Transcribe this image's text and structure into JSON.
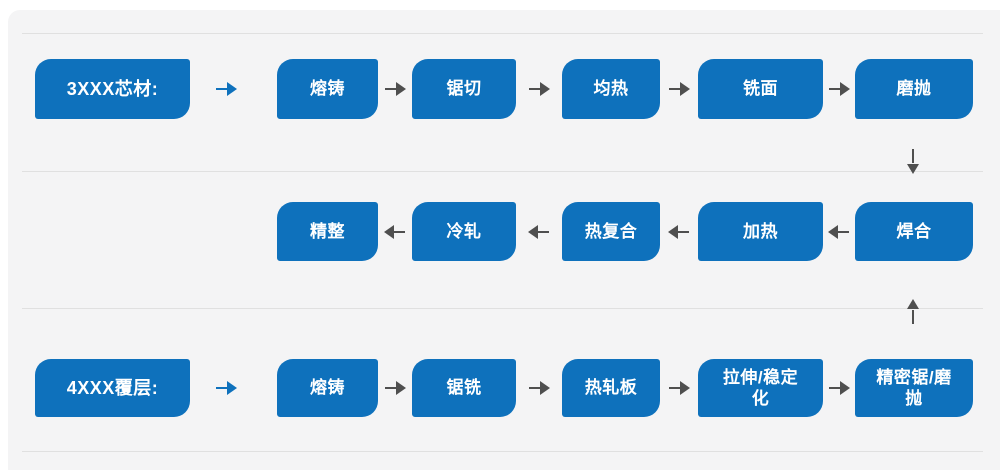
{
  "colors": {
    "accent_blue": "#0e71bc",
    "arrow_gray": "#4f4f4f",
    "panel_bg": "#f4f4f5",
    "divider": "#e0e0e0",
    "box_text": "#ffffff"
  },
  "flow": {
    "rows": [
      {
        "name": "3xxx-core-material",
        "label": "3XXX芯材:",
        "direction": "right",
        "steps": [
          "熔铸",
          "锯切",
          "均热",
          "铣面",
          "磨抛"
        ]
      },
      {
        "name": "bonding-line",
        "label": "",
        "direction": "left",
        "steps": [
          "精整",
          "冷轧",
          "热复合",
          "加热",
          "焊合"
        ]
      },
      {
        "name": "4xxx-clad-material",
        "label": "4XXX覆层:",
        "direction": "right",
        "steps": [
          "熔铸",
          "锯铣",
          "热轧板",
          "拉伸/稳定\n化",
          "精密锯/磨\n抛"
        ]
      }
    ],
    "connectors": [
      {
        "from": "磨抛",
        "to": "焊合",
        "direction": "down"
      },
      {
        "from": "精密锯/磨抛",
        "to": "焊合",
        "direction": "up"
      }
    ]
  }
}
